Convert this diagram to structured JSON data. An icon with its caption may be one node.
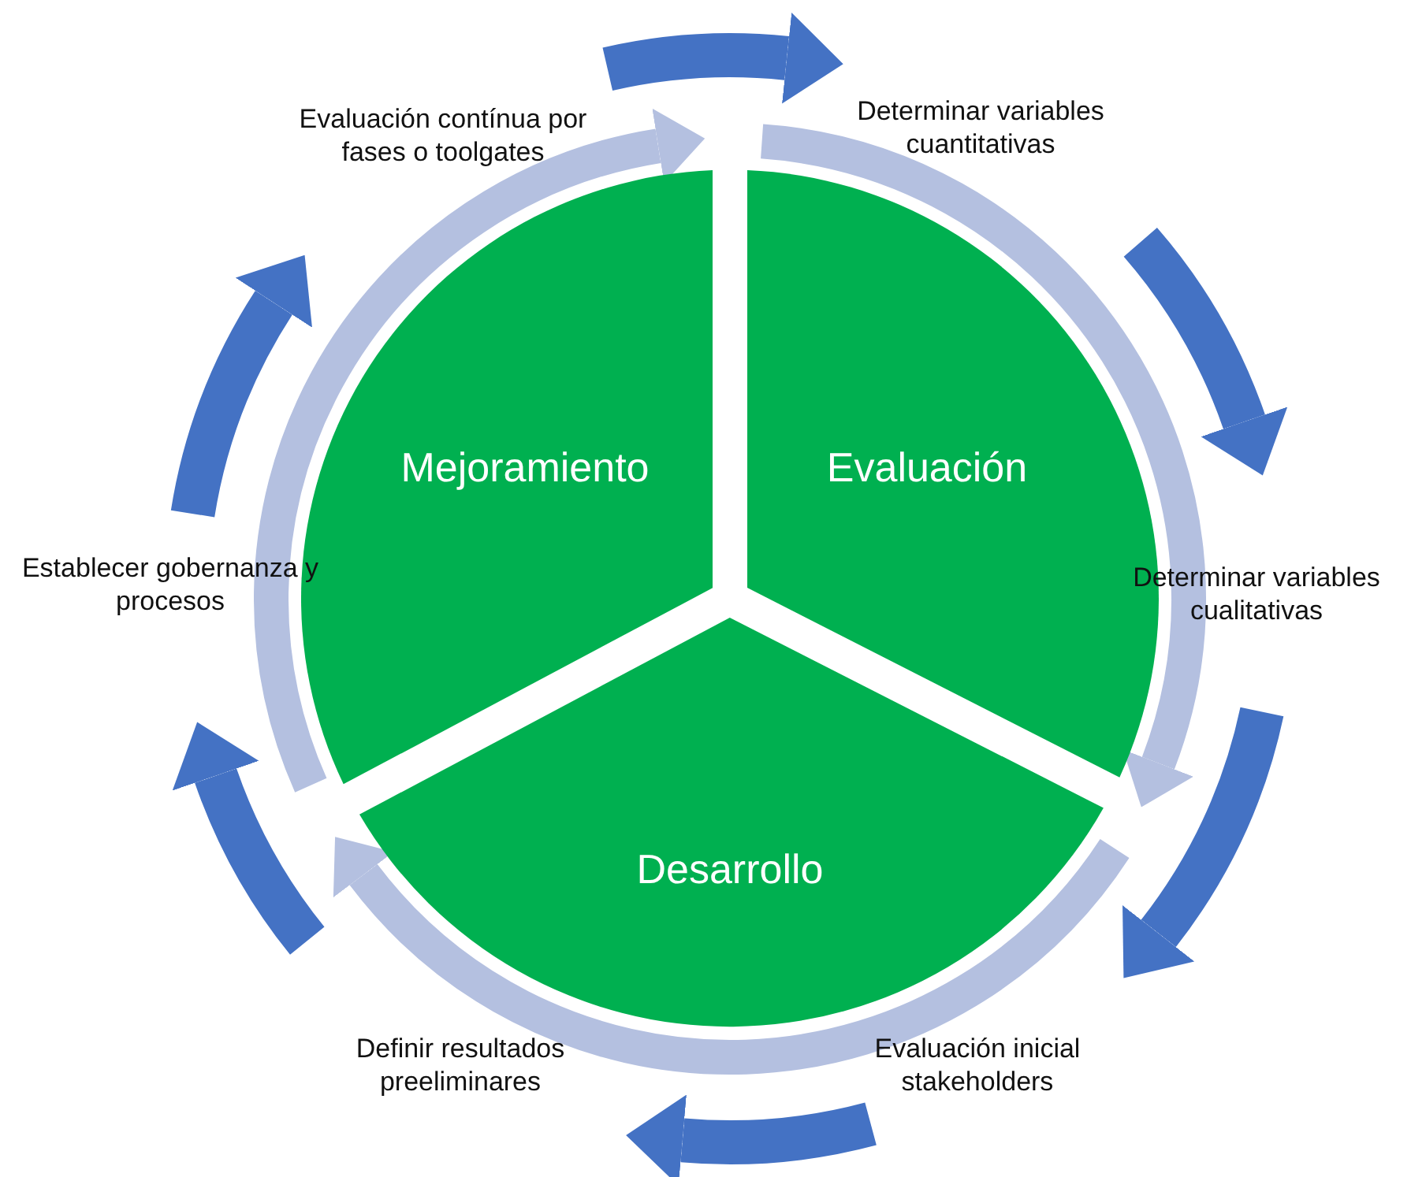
{
  "diagram": {
    "nodes": [
      {
        "text": [
          "Mejoramiento"
        ]
      },
      {
        "text": [
          "Evaluación"
        ]
      },
      {
        "text": [
          "Desarrollo"
        ]
      },
      {
        "text": [
          "Evaluación contínua por fases o toolgates"
        ]
      },
      {
        "text": [
          "Determinar variables cuantitativas"
        ]
      },
      {
        "text": [
          "Determinar variables cualitativas"
        ]
      },
      {
        "text": [
          "Evaluación inicial stakeholders"
        ]
      },
      {
        "text": [
          "Definir resultados preeliminares"
        ]
      },
      {
        "text": [
          "Establecer gobernanza y procesos"
        ]
      }
    ],
    "edges": [
      {
        "from": 3,
        "to": 4,
        "arrow": "to"
      },
      {
        "from": 4,
        "to": 5,
        "arrow": "to"
      },
      {
        "from": 5,
        "to": 6,
        "arrow": "to"
      },
      {
        "from": 6,
        "to": 7,
        "arrow": "to"
      },
      {
        "from": 7,
        "to": 8,
        "arrow": "to"
      },
      {
        "from": 8,
        "to": 3,
        "arrow": "to"
      }
    ]
  }
}
